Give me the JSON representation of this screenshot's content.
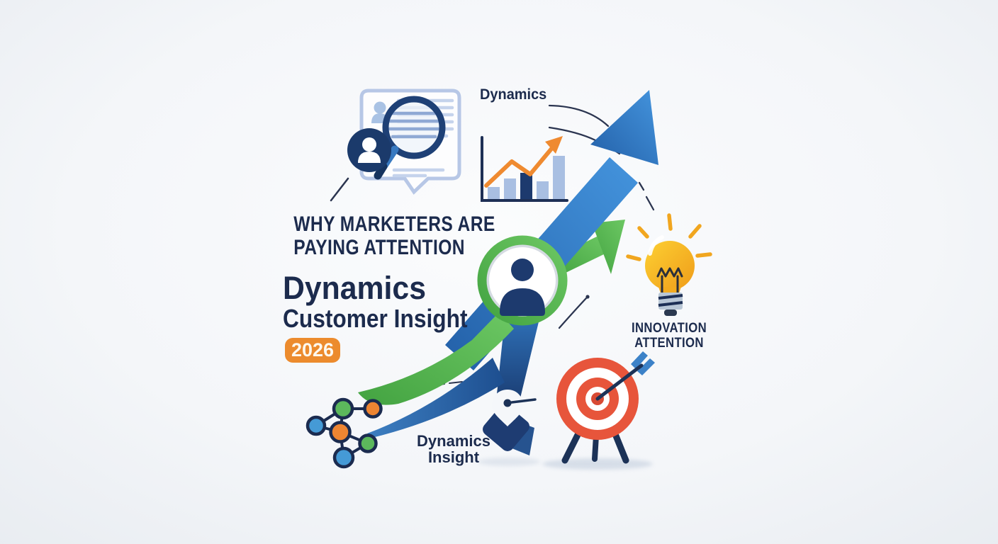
{
  "texts": {
    "top_label": "Dynamics",
    "headline_line1": "WHY MARKETERS ARE",
    "headline_line2": "PAYING ATTENTION",
    "title": "Dynamics",
    "subtitle": "Customer Insight",
    "year": "2026",
    "innovation_line1": "INNOVATION",
    "innovation_line2": "ATTENTION",
    "insight_line1": "Dynamics",
    "insight_line2": "Insight"
  },
  "colors": {
    "text_navy": "#1c2b4d",
    "icon_navy": "#1d3a6e",
    "deep_navy": "#1c3257",
    "blue": "#2f7cc6",
    "light_blue": "#a9bfe2",
    "pale_blue_outline": "#b7c7e6",
    "green": "#56b24f",
    "orange": "#ec8b2d",
    "red": "#e7553b",
    "yellow": "#f6b723",
    "background": "#f2f4f7"
  },
  "icons": {
    "document_search": "speech-bubble-document-with-magnifier-and-user",
    "mini_bar_chart": "bar-chart-with-orange-trend-arrow",
    "blue_arrow": "large-blue-growth-arrow-up",
    "green_arrow": "green-swoosh-growth-arrow",
    "customer_circle": "user-avatar-in-green-ring",
    "ribbon": "blue-vertical-ribbon-banner",
    "location_pin": "location-pin-on-folded-ribbon",
    "target": "red-target-with-dart-on-tripod",
    "lightbulb": "idea-lightbulb-with-rays",
    "network": "connected-colored-nodes-graph",
    "decor": "thin-dashed-arc-lines"
  },
  "mini_bar_chart": {
    "type": "bar",
    "values": [
      18,
      30,
      38,
      26,
      62
    ],
    "highlight_index": 2,
    "trend": "up"
  }
}
